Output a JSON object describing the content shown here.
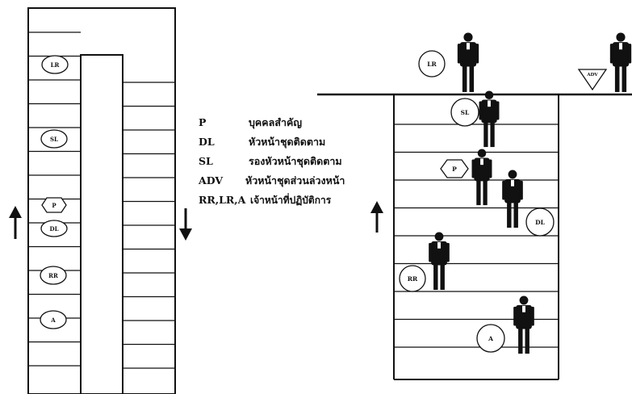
{
  "legend": [
    {
      "code": "P",
      "desc": "บุคคลสำคัญ"
    },
    {
      "code": "DL",
      "desc": "หัวหน้าชุดติดตาม"
    },
    {
      "code": "SL",
      "desc": "รองหัวหน้าชุดติดตาม"
    },
    {
      "code": "ADV",
      "desc": "หัวหน้าชุดส่วนล่วงหน้า"
    },
    {
      "code": "RR,LR,A",
      "desc": "เจ้าหน้าที่ปฏิบัติการ"
    }
  ],
  "left_diagram": {
    "markers": [
      {
        "label": "LR",
        "shape": "circle"
      },
      {
        "label": "SL",
        "shape": "circle"
      },
      {
        "label": "P",
        "shape": "hexagon"
      },
      {
        "label": "DL",
        "shape": "circle"
      },
      {
        "label": "RR",
        "shape": "circle"
      },
      {
        "label": "A",
        "shape": "circle"
      }
    ],
    "arrows": [
      "up",
      "down"
    ]
  },
  "right_diagram": {
    "markers": [
      {
        "label": "LR",
        "shape": "circle"
      },
      {
        "label": "ADV",
        "shape": "triangle"
      },
      {
        "label": "SL",
        "shape": "circle"
      },
      {
        "label": "P",
        "shape": "hexagon"
      },
      {
        "label": "DL",
        "shape": "circle"
      },
      {
        "label": "RR",
        "shape": "circle"
      },
      {
        "label": "A",
        "shape": "circle"
      }
    ],
    "arrows": [
      "up"
    ]
  },
  "colors": {
    "ink": "#111111",
    "background": "#ffffff"
  }
}
